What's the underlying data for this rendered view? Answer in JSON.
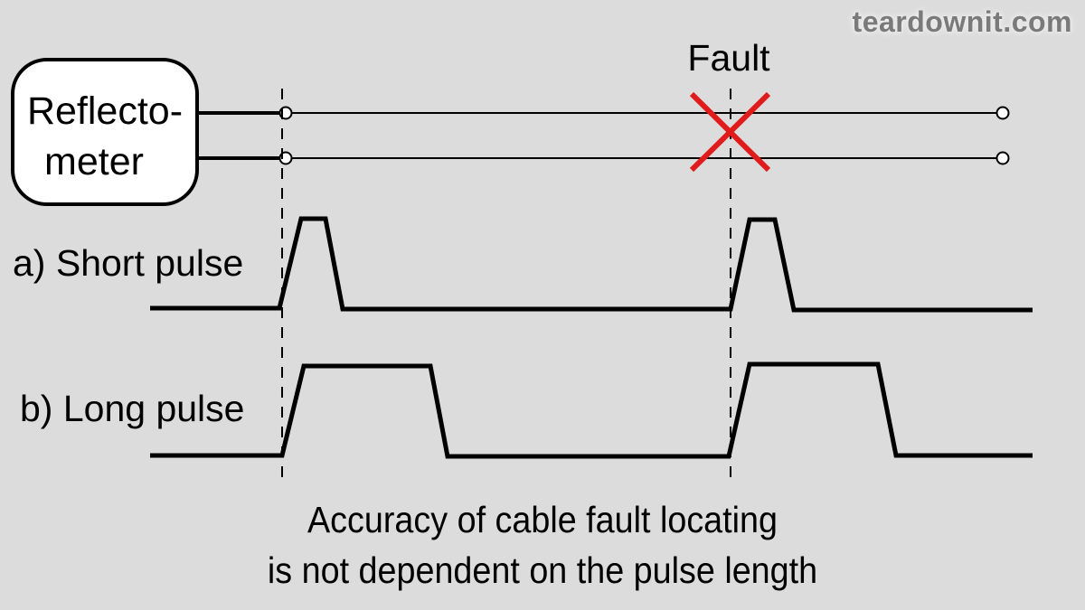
{
  "watermark": "teardownit.com",
  "device": {
    "label_line1": "Reflecto-",
    "label_line2": "meter"
  },
  "fault": {
    "label": "Fault",
    "marker_color": "#e01b1b"
  },
  "waveforms": [
    {
      "id": "short",
      "label": "a) Short pulse",
      "pulse_type": "short"
    },
    {
      "id": "long",
      "label": "b) Long pulse",
      "pulse_type": "long"
    }
  ],
  "caption": {
    "line1": "Accuracy of cable fault locating",
    "line2": "is not dependent on the pulse length"
  }
}
